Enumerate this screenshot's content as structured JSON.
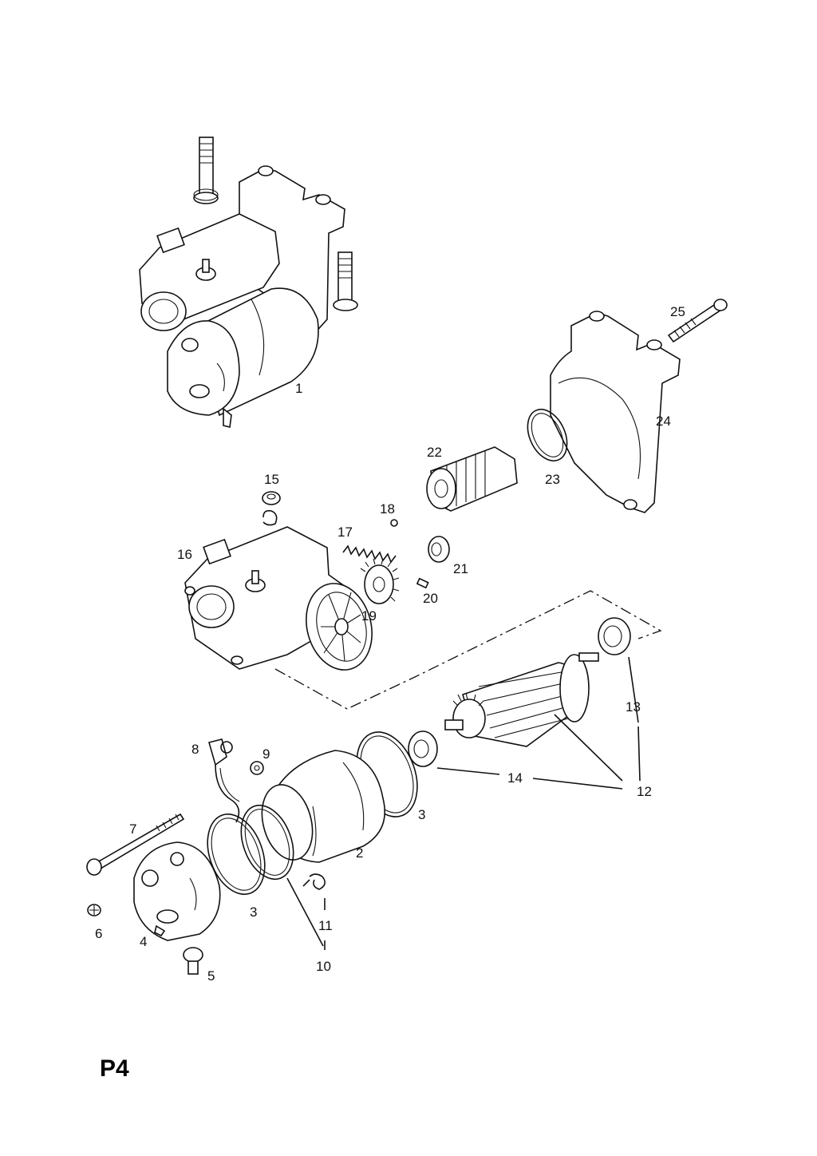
{
  "page_code": "P4",
  "callouts": [
    {
      "id": "1",
      "text": "1"
    },
    {
      "id": "2",
      "text": "2"
    },
    {
      "id": "3a",
      "text": "3"
    },
    {
      "id": "3b",
      "text": "3"
    },
    {
      "id": "4",
      "text": "4"
    },
    {
      "id": "5",
      "text": "5"
    },
    {
      "id": "6",
      "text": "6"
    },
    {
      "id": "7",
      "text": "7"
    },
    {
      "id": "8",
      "text": "8"
    },
    {
      "id": "9",
      "text": "9"
    },
    {
      "id": "10",
      "text": "10"
    },
    {
      "id": "11",
      "text": "11"
    },
    {
      "id": "12",
      "text": "12"
    },
    {
      "id": "13",
      "text": "13"
    },
    {
      "id": "14",
      "text": "14"
    },
    {
      "id": "15",
      "text": "15"
    },
    {
      "id": "16",
      "text": "16"
    },
    {
      "id": "17",
      "text": "17"
    },
    {
      "id": "18",
      "text": "18"
    },
    {
      "id": "19",
      "text": "19"
    },
    {
      "id": "20",
      "text": "20"
    },
    {
      "id": "21",
      "text": "21"
    },
    {
      "id": "22",
      "text": "22"
    },
    {
      "id": "23",
      "text": "23"
    },
    {
      "id": "24",
      "text": "24"
    },
    {
      "id": "25",
      "text": "25"
    }
  ]
}
